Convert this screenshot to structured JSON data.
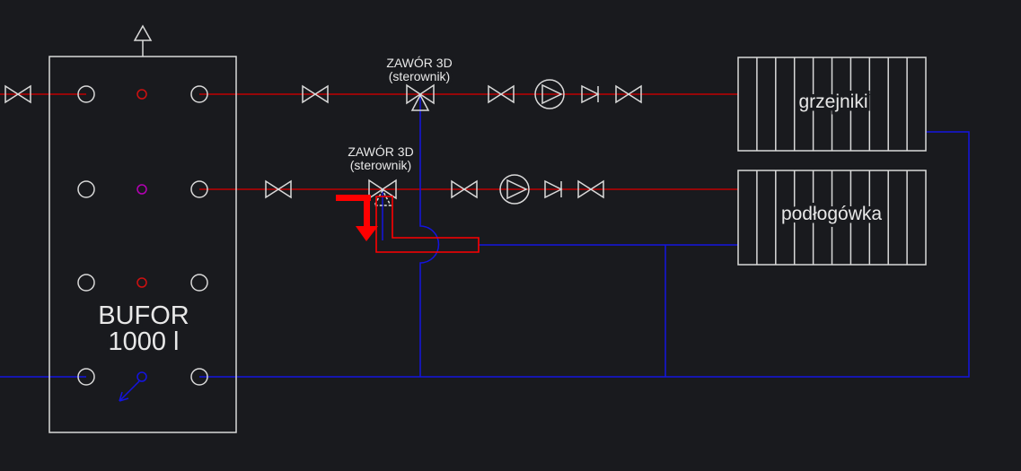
{
  "drawing": {
    "type": "heating-system-schematic",
    "labels": {
      "tank_line1": "BUFOR",
      "tank_line2": "1000 l",
      "valve3d_line1": "ZAWÓR 3D",
      "valve3d_line2": "(sterownik)",
      "radiators_box": "grzejniki",
      "floor_heating_box": "podłogówka"
    }
  },
  "colors": {
    "background": "#191a1e",
    "line_white": "#d9d9d9",
    "pipe_supply_red": "#bf0000",
    "pipe_return_blue": "#1414e0",
    "annotation_red": "#ff0000",
    "sensor_magenta": "#b400b4",
    "sensor_red": "#cf1010",
    "sensor_blue": "#1414e0",
    "text_white": "#e8e8e8"
  }
}
